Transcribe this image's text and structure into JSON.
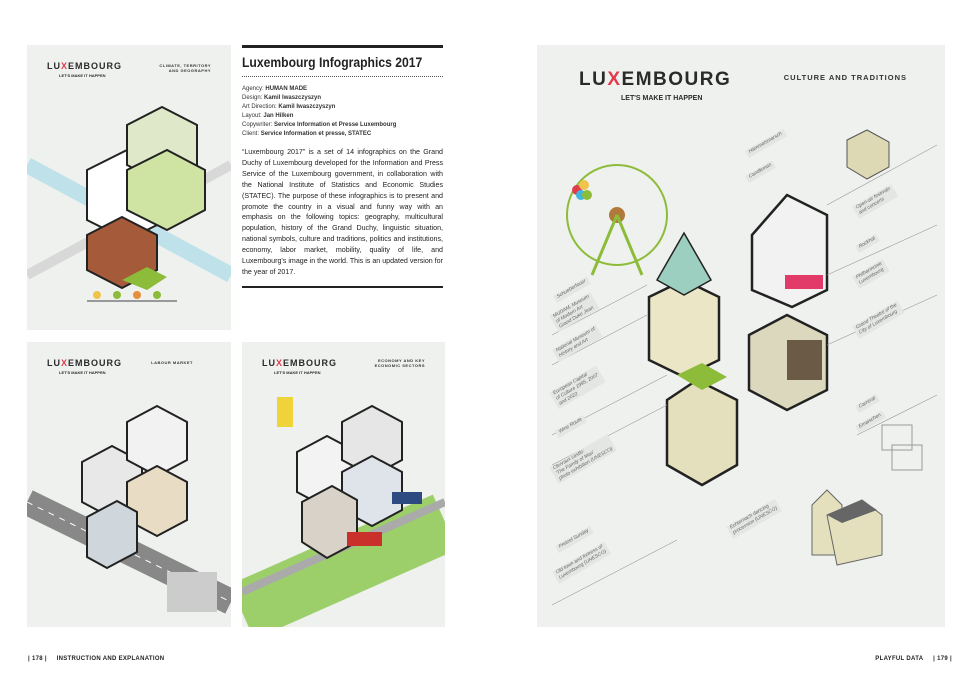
{
  "article": {
    "title": "Luxembourg Infographics 2017",
    "credits": [
      {
        "label": "Agency:",
        "value": "HUMAN MADE"
      },
      {
        "label": "Design:",
        "value": "Kamil Iwaszczyszyn"
      },
      {
        "label": "Art Direction:",
        "value": "Kamil Iwaszczyszyn"
      },
      {
        "label": "Layout:",
        "value": "Jan Hilken"
      },
      {
        "label": "Copywriter:",
        "value": "Service Information et Presse Luxembourg"
      },
      {
        "label": "Client:",
        "value": "Service Information et presse, STATEC"
      }
    ],
    "description": "“Luxembourg 2017” is a set of 14 infographics on the Grand Duchy of Luxembourg developed for the Information and Press Service of the Luxembourg government, in collaboration with the National Institute of Statistics and Economic Studies (STATEC). The purpose of these infographics is to present and promote the country in a visual and funny way with an emphasis on the following topics: geography, multicultural population, history of the Grand Duchy, linguistic situation, national symbols, culture and traditions, politics and institutions, economy, labor market, mobility, quality of life, and Luxembourg's image in the world. This is an updated version for the year of 2017."
  },
  "logo": {
    "pre": "LU",
    "x": "X",
    "post": "EMBOURG",
    "tagline": "LET'S MAKE IT HAPPEN"
  },
  "posters": {
    "climate": {
      "title": "CLIMATE, TERRITORY AND GEOGRAPHY"
    },
    "labour": {
      "title": "LABOUR MARKET"
    },
    "economy": {
      "title": "ECONOMY AND KEY ECONOMIC SECTORS"
    },
    "culture": {
      "title": "CULTURE AND TRADITIONS",
      "labels_left": [
        "Schueberfouer",
        "MUDAM, Museum\nof Modern Art\nGrand Duke Jean",
        "National Museum of\nHistory and Art",
        "European Capital\nof Culture 1995, 2007\nand 2022",
        "Wine Route",
        "Clervaux castle:\n'The Family of Man'\nphoto exhibition (UNESCO)",
        "Pretzel Sunday",
        "Old town and fortress of\nLuxembourg (UNESCO)"
      ],
      "labels_right": [
        "Hämmelsmarsch",
        "Candlemas",
        "Open-air festivals\nand concerts",
        "Rockhal",
        "Philharmonie\nLuxembourg",
        "Grand Theatre of the\nCity of Luxembourg",
        "Carnival",
        "Emaischen",
        "Echternach dancing\nprocession (UNESCO)"
      ]
    }
  },
  "footer": {
    "left_page": "178",
    "left_section": "INSTRUCTION AND EXPLANATION",
    "right_section": "PLAYFUL DATA",
    "right_page": "179"
  },
  "colors": {
    "accent_red": "#e23b4a",
    "accent_blue": "#3fb6e0",
    "poster_bg": "#eef1ee",
    "green": "#8dbb3a"
  }
}
